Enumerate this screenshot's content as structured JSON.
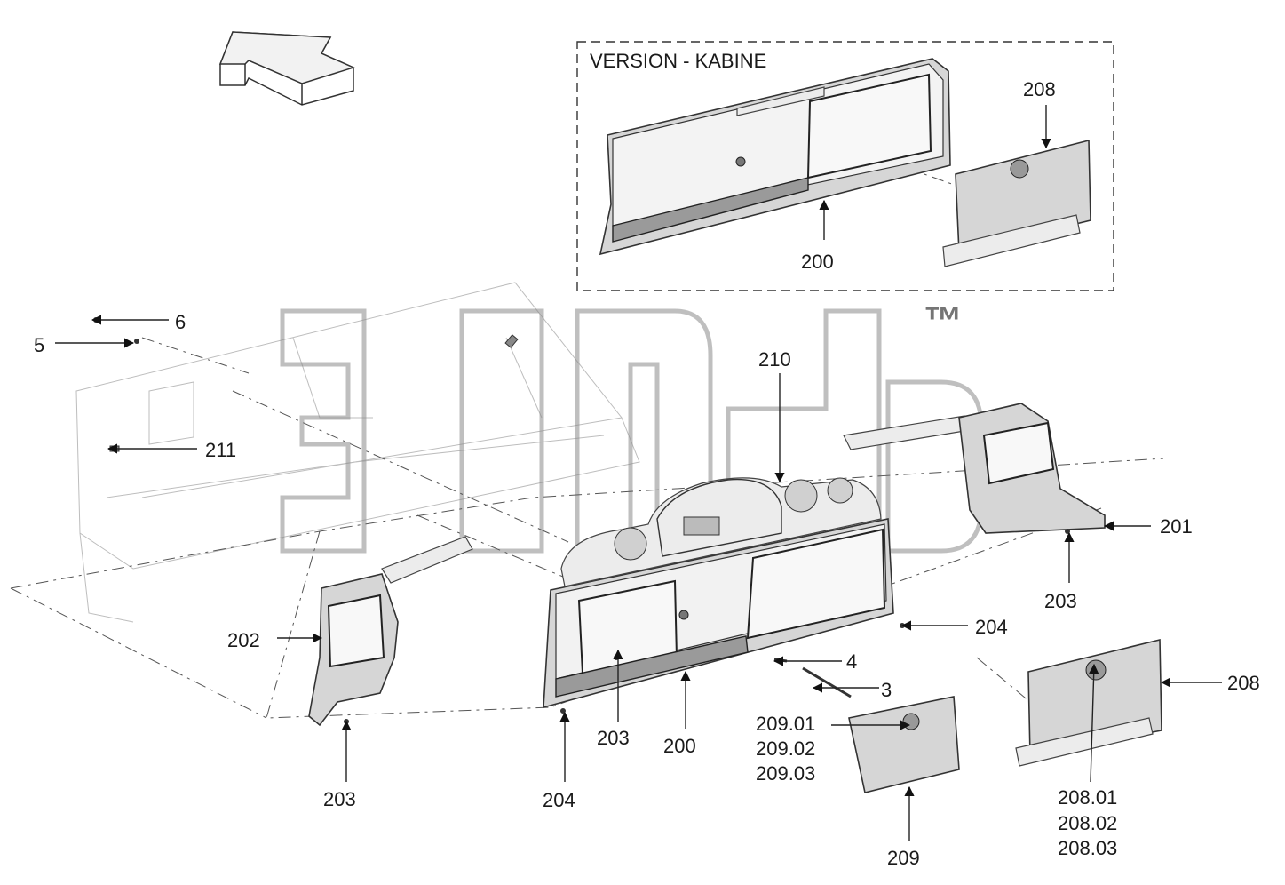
{
  "inset": {
    "title": "VERSION - KABINE",
    "labels": [
      "208",
      "200"
    ]
  },
  "watermark": {
    "trademark": "™"
  },
  "callouts": {
    "c6": "6",
    "c5": "5",
    "c211": "211",
    "c210": "210",
    "c201": "201",
    "c203_right": "203",
    "c202": "202",
    "c204_right": "204",
    "c4": "4",
    "c3": "3",
    "c208": "208",
    "c203_mid": "203",
    "c200": "200",
    "c209_variants": [
      "209.01",
      "209.02",
      "209.03"
    ],
    "c203_left": "203",
    "c204_left": "204",
    "c209": "209",
    "c208_variants": [
      "208.01",
      "208.02",
      "208.03"
    ]
  },
  "icons": {
    "direction_arrow": "direction-arrow-icon"
  },
  "colors": {
    "line": "#222222",
    "part_fill": "#d6d6d6",
    "watermark": "#8a8a8a"
  }
}
